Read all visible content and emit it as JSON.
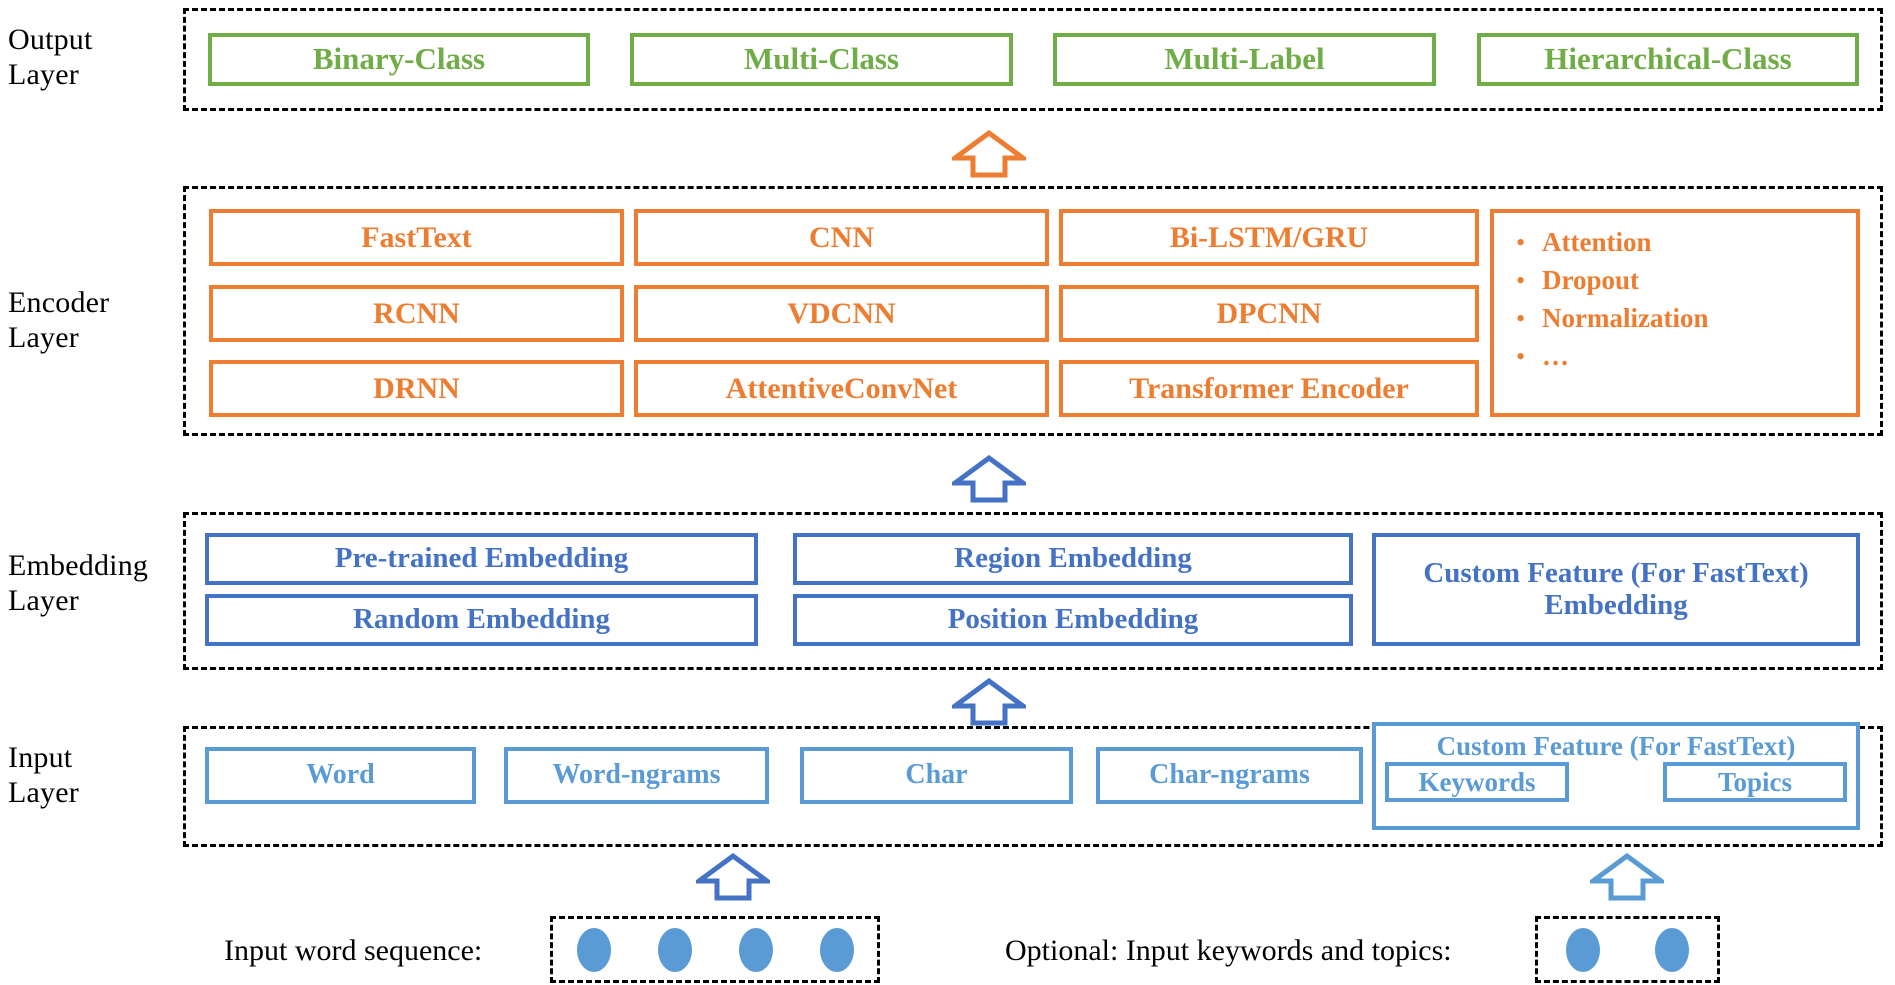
{
  "diagram": {
    "title": "Neural text classification toolkit architecture",
    "colors": {
      "output_green": "#70ad47",
      "encoder_orange": "#ed7d31",
      "embedding_blue": "#4472c4",
      "input_blue": "#5b9bd5",
      "band_black": "#000000"
    }
  },
  "layers": {
    "output": {
      "label": "Output\nLayer",
      "cells": [
        {
          "text": "Binary-Class"
        },
        {
          "text": "Multi-Class"
        },
        {
          "text": "Multi-Label"
        },
        {
          "text": "Hierarchical-Class"
        }
      ]
    },
    "encoder": {
      "label": "Encoder\nLayer",
      "cells": [
        {
          "text": "FastText"
        },
        {
          "text": "CNN"
        },
        {
          "text": "Bi-LSTM/GRU"
        },
        {
          "text": "RCNN"
        },
        {
          "text": "VDCNN"
        },
        {
          "text": "DPCNN"
        },
        {
          "text": "DRNN"
        },
        {
          "text": "AttentiveConvNet"
        },
        {
          "text": "Transformer Encoder"
        }
      ],
      "extras": {
        "bullet": "•",
        "items": [
          {
            "text": "Attention"
          },
          {
            "text": "Dropout"
          },
          {
            "text": "Normalization"
          },
          {
            "text": "…"
          }
        ]
      }
    },
    "embedding": {
      "label": "Embedding\nLayer",
      "cells": [
        {
          "text": "Pre-trained Embedding"
        },
        {
          "text": "Region Embedding"
        },
        {
          "text": "Random Embedding"
        },
        {
          "text": "Position Embedding"
        }
      ],
      "custom": {
        "text": "Custom Feature (For FastText)\nEmbedding"
      }
    },
    "input": {
      "label": "Input\nLayer",
      "cells": [
        {
          "text": "Word"
        },
        {
          "text": "Word-ngrams"
        },
        {
          "text": "Char"
        },
        {
          "text": "Char-ngrams"
        }
      ],
      "custom": {
        "title": "Custom Feature (For FastText)",
        "sub": [
          {
            "text": "Keywords"
          },
          {
            "text": "Topics"
          }
        ]
      }
    }
  },
  "bottom": {
    "word_sequence": {
      "caption": "Input word sequence:",
      "token_count": 4
    },
    "keywords_topics": {
      "caption": "Optional: Input keywords and topics:",
      "token_count": 2
    }
  },
  "arrows": {
    "encoder_to_output": {
      "color": "#ed7d31",
      "direction": "up"
    },
    "embedding_to_encoder": {
      "color": "#4472c4",
      "direction": "up"
    },
    "input_to_embedding": {
      "color": "#4472c4",
      "direction": "up"
    },
    "sequence_to_input": {
      "color": "#4472c4",
      "direction": "up"
    },
    "keywords_to_input": {
      "color": "#5b9bd5",
      "direction": "up"
    }
  }
}
